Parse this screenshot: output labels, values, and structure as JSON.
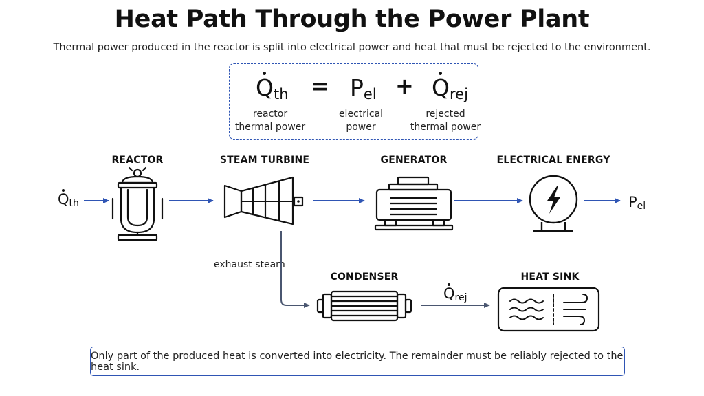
{
  "title": "Heat Path Through the Power Plant",
  "subtitle": "Thermal power produced in the reactor is split into electrical power and heat that must be rejected to the environment.",
  "equation": {
    "terms": [
      {
        "symbol": "Q",
        "sub": "th",
        "dot": true,
        "label_line1": "reactor",
        "label_line2": "thermal power"
      },
      {
        "symbol": "P",
        "sub": "el",
        "dot": false,
        "label_line1": "electrical",
        "label_line2": "power"
      },
      {
        "symbol": "Q",
        "sub": "rej",
        "dot": true,
        "label_line1": "rejected",
        "label_line2": "thermal power"
      }
    ],
    "operators": [
      "=",
      "+"
    ]
  },
  "components": {
    "reactor": "REACTOR",
    "steam_turbine": "STEAM TURBINE",
    "generator": "GENERATOR",
    "electrical_energy": "ELECTRICAL ENERGY",
    "condenser": "CONDENSER",
    "heat_sink": "HEAT SINK"
  },
  "flow_labels": {
    "input": {
      "symbol": "Q",
      "sub": "th"
    },
    "output": {
      "symbol": "P",
      "sub": "el"
    },
    "rejected": {
      "symbol": "Q",
      "sub": "rej"
    },
    "exhaust": "exhaust steam"
  },
  "note": "Only part of the produced heat is converted into electricity. The remainder must be reliably rejected to the heat sink.",
  "colors": {
    "accent": "#2f55b4",
    "arrow_main": "#2f55b4",
    "arrow_secondary": "#4a5670",
    "ink": "#111111"
  }
}
